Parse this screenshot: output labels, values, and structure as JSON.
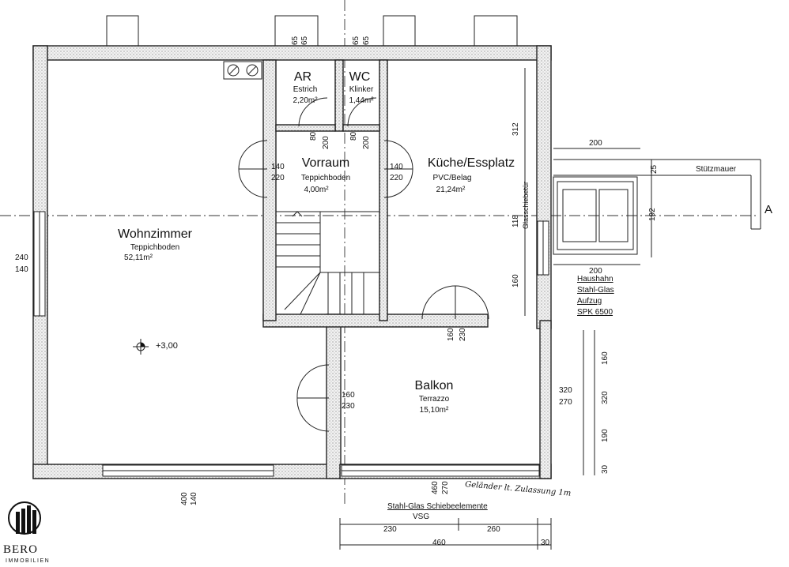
{
  "rooms": {
    "wohnzimmer": {
      "name": "Wohnzimmer",
      "floor": "Teppichboden",
      "area": "52,11m²"
    },
    "vorraum": {
      "name": "Vorraum",
      "floor": "Teppichboden",
      "area": "4,00m²"
    },
    "kueche": {
      "name": "Küche/Essplatz",
      "floor": "PVC/Belag",
      "area": "21,24m²"
    },
    "ar": {
      "name": "AR",
      "floor": "Estrich",
      "area": "2,20m²"
    },
    "wc": {
      "name": "WC",
      "floor": "Klinker",
      "area": "1,44m²"
    },
    "balkon": {
      "name": "Balkon",
      "floor": "Terrazzo",
      "area": "15,10m²"
    }
  },
  "level": "+3,00",
  "section_marker": "A",
  "labels": {
    "stuetzmauer": "Stützmauer",
    "glasschiebetuer": "Glasschiebetür",
    "aufzug_1": "Haushahn",
    "aufzug_2": "Stahl-Glas",
    "aufzug_3": "Aufzug",
    "aufzug_4": "SPK 6500",
    "schiebe_1": "Stahl-Glas Schiebeelemente",
    "schiebe_2": "VSG",
    "gelaender": "Geländer lt. Zulassung 1m"
  },
  "dimensions": {
    "ar_top_a": "65",
    "ar_top_b": "65",
    "wc_top_a": "65",
    "wc_top_b": "65",
    "ar_door_a": "80",
    "ar_door_b": "200",
    "wc_door_a": "80",
    "wc_door_b": "200",
    "vor_left_a": "140",
    "vor_left_b": "220",
    "vor_right_a": "140",
    "vor_right_b": "220",
    "wohn_win_a": "240",
    "wohn_win_b": "140",
    "kue_right_312": "312",
    "kue_right_118": "118",
    "kue_right_160": "160",
    "top_200": "200",
    "aufzug_25": "25",
    "aufzug_192": "192",
    "aufzug_200": "200",
    "balk_door_a": "160",
    "balk_door_b": "230",
    "balk_left_a": "160",
    "balk_left_b": "230",
    "balk_right_a": "320",
    "balk_right_b": "270",
    "vert_160": "160",
    "vert_320": "320",
    "vert_190": "190",
    "vert_30": "30",
    "bottom_400": "400",
    "bottom_140": "140",
    "bottom_460": "460",
    "bottom_270": "270",
    "chain_230": "230",
    "chain_260": "260",
    "chain_460": "460",
    "chain_30": "30"
  },
  "brand": {
    "name": "BERO",
    "sub": "IMMOBILIEN"
  }
}
